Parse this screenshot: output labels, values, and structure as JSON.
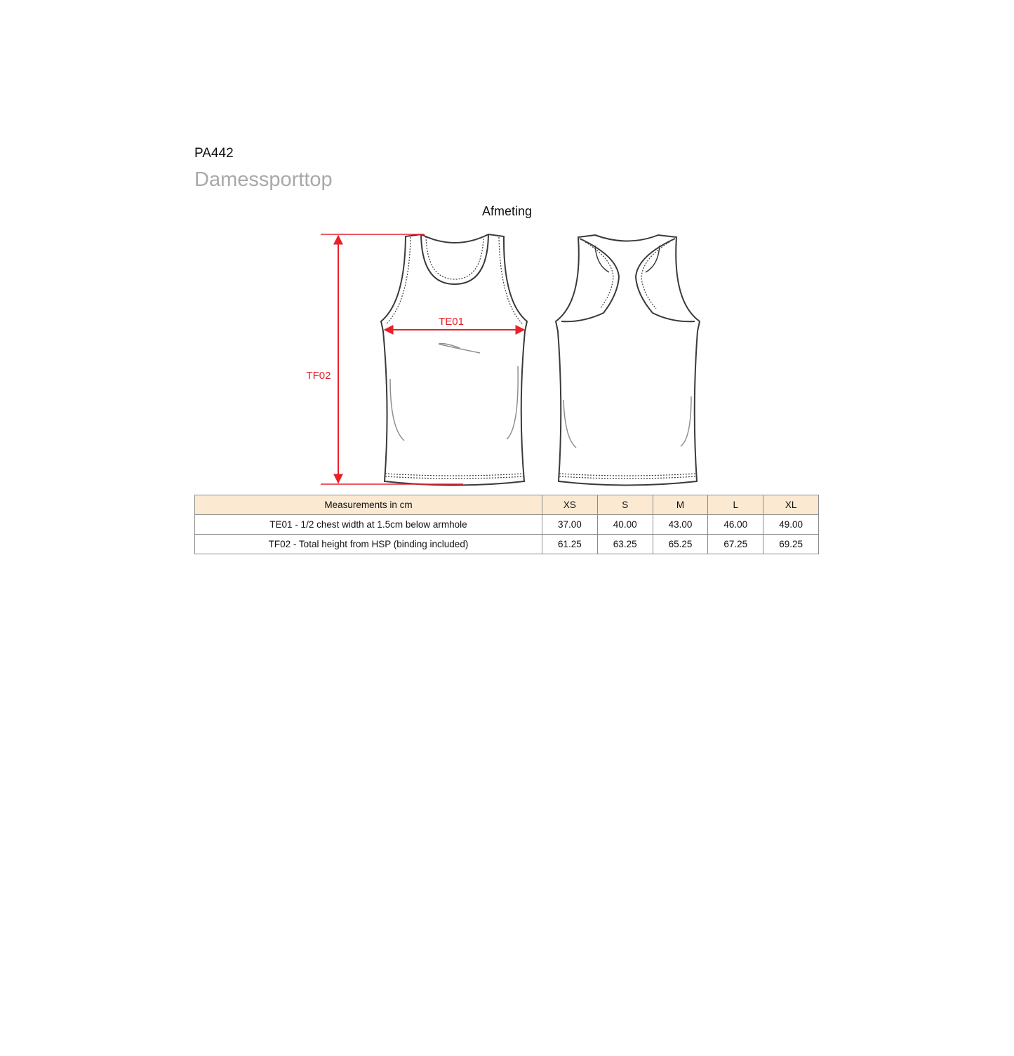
{
  "header": {
    "code": "PA442",
    "name": "Damessporttop"
  },
  "section": {
    "title": "Afmeting"
  },
  "diagram": {
    "labels": {
      "chest": "TE01",
      "height": "TF02"
    },
    "colors": {
      "measure": "#e8202a",
      "outline": "#3a3a3a",
      "fold": "#8e8e8e"
    }
  },
  "table": {
    "header_label": "Measurements in cm",
    "sizes": [
      "XS",
      "S",
      "M",
      "L",
      "XL"
    ],
    "rows": [
      {
        "label": "TE01 - 1/2 chest width at 1.5cm below armhole",
        "values": [
          "37.00",
          "40.00",
          "43.00",
          "46.00",
          "49.00"
        ]
      },
      {
        "label": "TF02 - Total height from HSP (binding included)",
        "values": [
          "61.25",
          "63.25",
          "65.25",
          "67.25",
          "69.25"
        ]
      }
    ],
    "header_bg": "#fbe9d2"
  }
}
